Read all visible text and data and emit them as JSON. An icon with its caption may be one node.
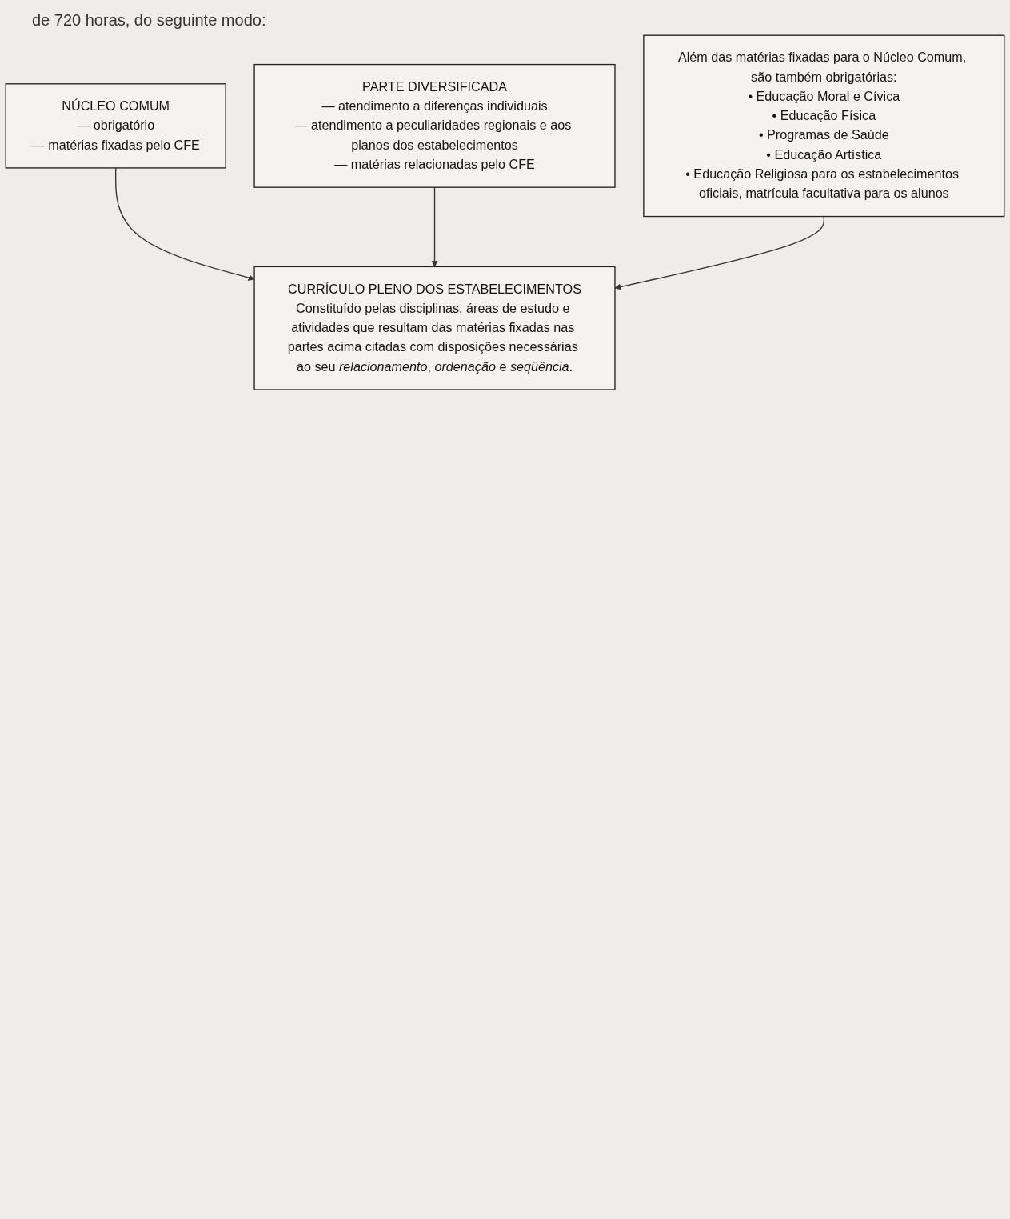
{
  "diagram": {
    "nodes": [
      {
        "text": [
          "NÚCLEO COMUM",
          "— obrigatório",
          "— matérias fixadas pelo CFE"
        ]
      },
      {
        "text": [
          "PARTE DIVERSIFICADA",
          "— atendimento a diferenças individuais",
          "— atendimento a peculiaridades regionais e aos planos dos estabelecimentos",
          "— matérias relacionadas pelo CFE"
        ]
      },
      {
        "text": [
          "Além das matérias fixadas para o Núcleo Comum, são também obrigatórias:",
          "• Educação Moral e Cívica",
          "• Educação Física",
          "• Programas de Saúde",
          "• Educação Artística",
          "• Educação Religiosa para os estabelecimentos oficiais, matrícula facultativa para os alunos"
        ]
      },
      {
        "text": [
          "CURRÍCULO PLENO DOS ESTABELECIMENTOS",
          "Constituído pelas disciplinas, áreas de estudo e atividades que resultam das matérias fixadas nas partes acima citadas com disposições necessárias ao seu *relacionamento*, *ordenação* e *seqüência*."
        ]
      }
    ],
    "edges": [
      {
        "from": 0,
        "to": 3,
        "arrow": "to"
      },
      {
        "from": 1,
        "to": 3,
        "arrow": "to"
      },
      {
        "from": 2,
        "to": 3,
        "arrow": "to"
      }
    ],
    "labels": [
      "de 720 horas, do seguinte modo:"
    ]
  }
}
